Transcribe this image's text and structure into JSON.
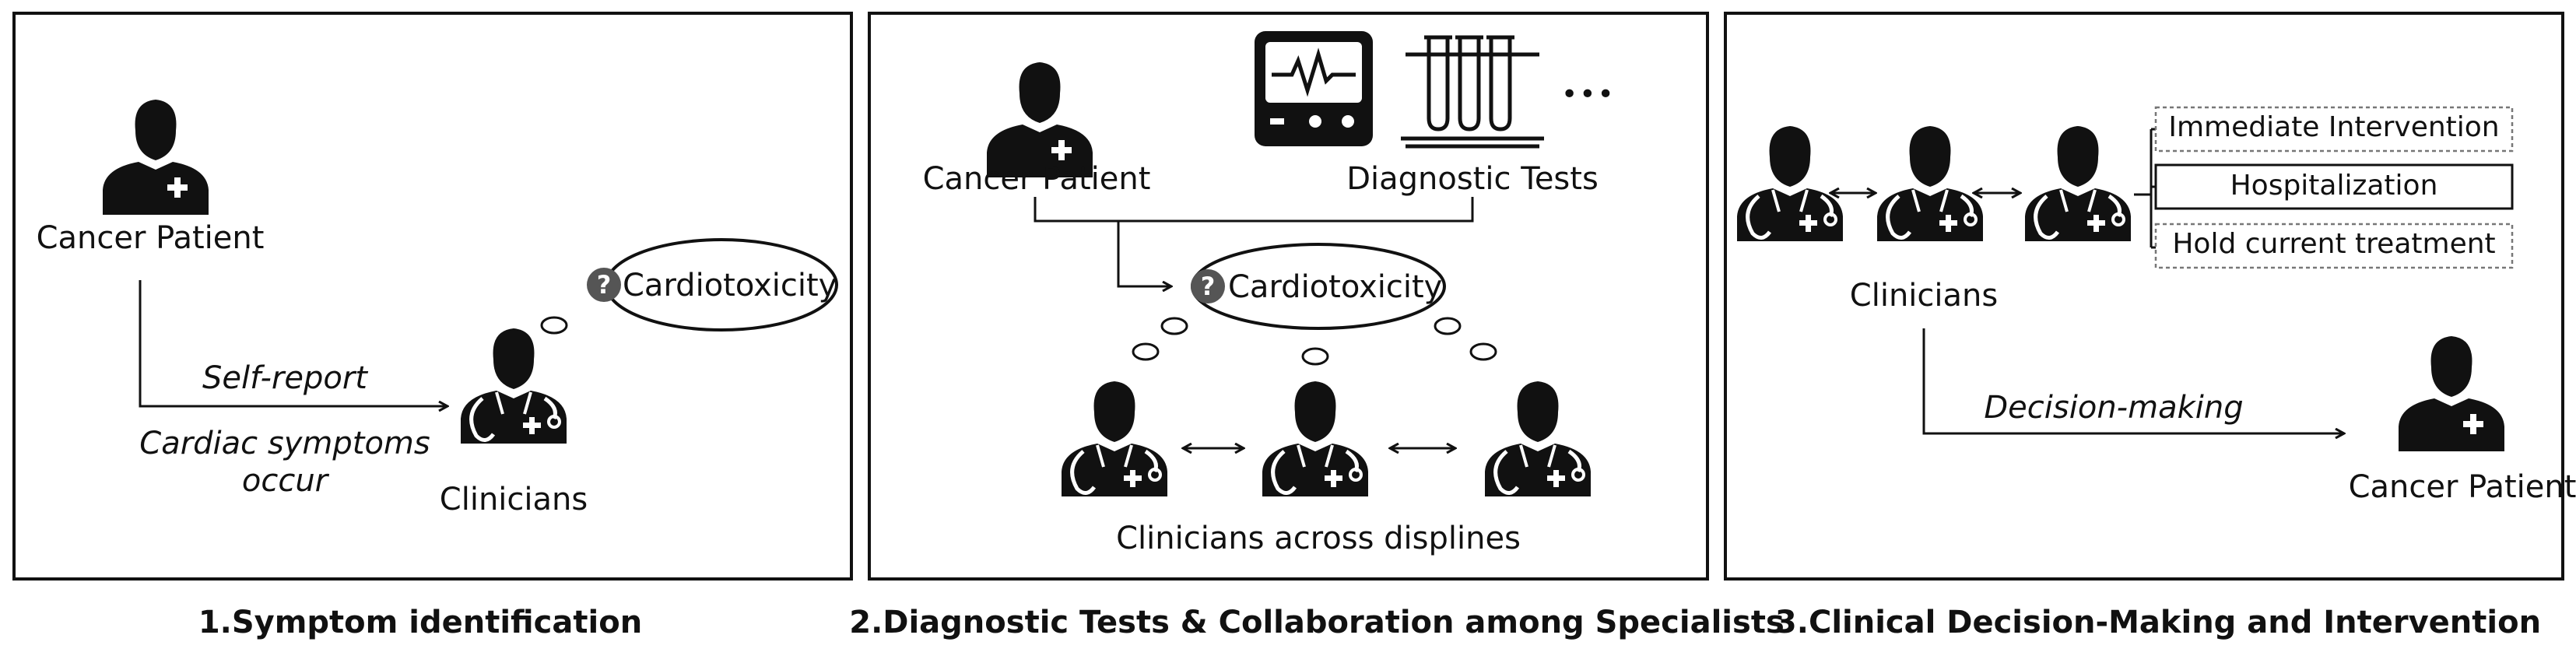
{
  "panel1": {
    "caption": "1.Symptom identification",
    "patient_label": "Cancer Patient",
    "clinician_label": "Clinicians",
    "edge_label": "Self-report",
    "symptom_line1": "Cardiac symptoms",
    "symptom_line2": "occur",
    "thought": "Cardiotoxicity",
    "question_mark": "?"
  },
  "panel2": {
    "caption": "2.Diagnostic Tests & Collaboration among Specialists",
    "patient_label": "Cancer Patient",
    "tests_label": "Diagnostic Tests",
    "ellipsis": "•••",
    "thought": "Cardiotoxicity",
    "question_mark": "?",
    "clinicians_label": "Clinicians across displines"
  },
  "panel3": {
    "caption": "3.Clinical Decision-Making and Intervention",
    "clinicians_label": "Clinicians",
    "options": [
      "Immediate Intervention",
      "Hospitalization",
      "Hold current treatment"
    ],
    "edge_label": "Decision-making",
    "patient_label": "Cancer Patient"
  },
  "icons": {
    "patient": "patient-icon",
    "doctor": "doctor-icon",
    "monitor": "ecg-monitor-icon",
    "test_tubes": "test-tubes-icon",
    "question": "question-icon"
  }
}
